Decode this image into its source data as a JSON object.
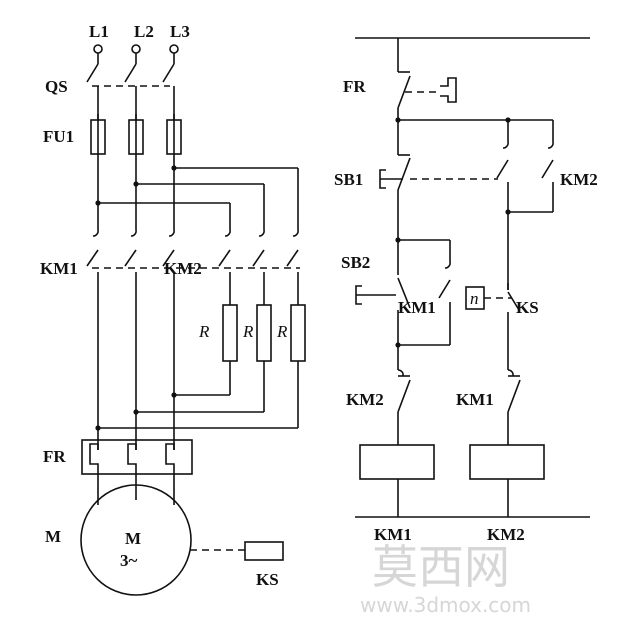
{
  "labels": {
    "L1": "L1",
    "L2": "L2",
    "L3": "L3",
    "QS": "QS",
    "FU1": "FU1",
    "KM1_main": "KM1",
    "KM2_main": "KM2",
    "R1": "R",
    "R2": "R",
    "R3": "R",
    "FR_main": "FR",
    "M_left": "M",
    "motor_M": "M",
    "motor_3": "3~",
    "KS_sensor": "KS",
    "FR_ctrl": "FR",
    "SB1": "SB1",
    "KM2_hold": "KM2",
    "SB2": "SB2",
    "KM1_ctrl": "KM1",
    "n": "n",
    "KS_ctrl": "KS",
    "KM2_interlock": "KM2",
    "KM1_interlock": "KM1",
    "KM1_coil": "KM1",
    "KM2_coil": "KM2"
  },
  "watermark": {
    "chars": "莫西网",
    "url": "www.3dmox.com"
  }
}
